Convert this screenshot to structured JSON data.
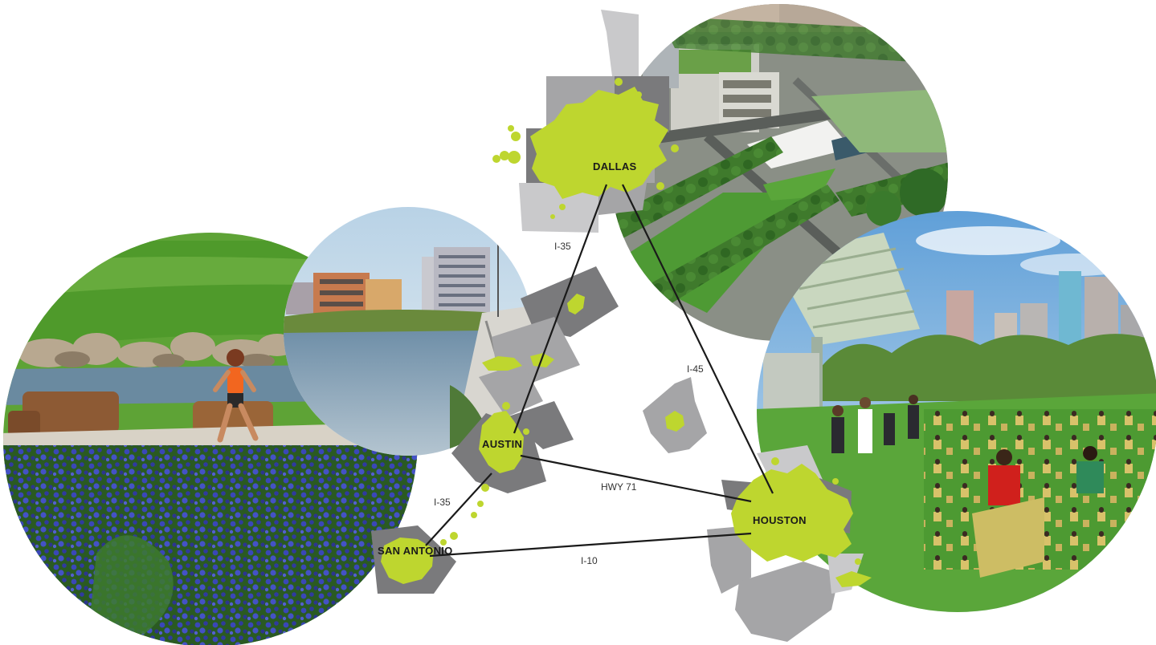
{
  "cities": [
    {
      "id": "dallas",
      "label": "DALLAS"
    },
    {
      "id": "austin",
      "label": "AUSTIN"
    },
    {
      "id": "houston",
      "label": "HOUSTON"
    },
    {
      "id": "san-antonio",
      "label": "SAN ANTONIO"
    }
  ],
  "highways": [
    {
      "id": "i35-north",
      "label": "I-35"
    },
    {
      "id": "i35-south",
      "label": "I-35"
    },
    {
      "id": "i45",
      "label": "I-45"
    },
    {
      "id": "hwy71",
      "label": "HWY 71"
    },
    {
      "id": "i10",
      "label": "I-10"
    }
  ],
  "photos": [
    {
      "id": "bluebonnet-trail",
      "icon": "runner-photo"
    },
    {
      "id": "waterfront-rendering",
      "icon": "riverfront-sketch-photo"
    },
    {
      "id": "dallas-park-aerial",
      "icon": "aerial-park-photo"
    },
    {
      "id": "houston-park-concert",
      "icon": "park-lawn-photo"
    }
  ],
  "colors": {
    "urban_area": "#bed62f",
    "county_dark": "#7a7a7c",
    "county_mid": "#a5a5a7",
    "county_light": "#c9c9cb",
    "road": "#1a1a1a"
  }
}
